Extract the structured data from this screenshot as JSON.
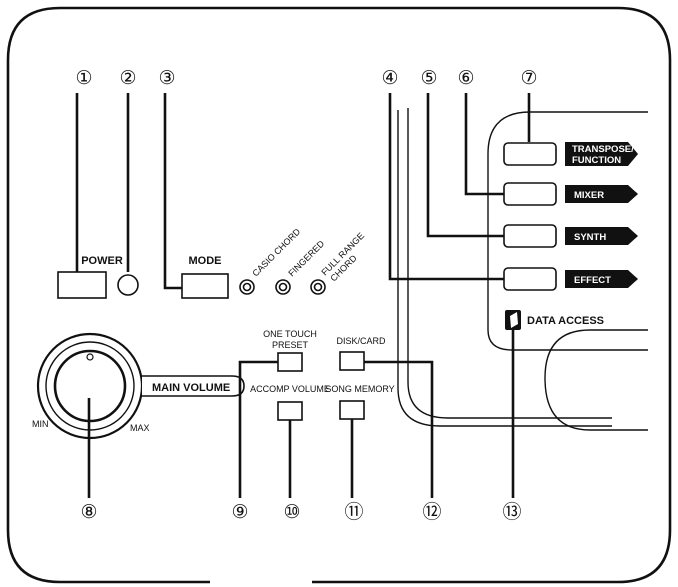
{
  "callouts": [
    "①",
    "②",
    "③",
    "④",
    "⑤",
    "⑥",
    "⑦",
    "⑧",
    "⑨",
    "⑩",
    "⑪",
    "⑫",
    "⑬"
  ],
  "labels": {
    "power": "POWER",
    "mode": "MODE",
    "casio_chord": "CASIO CHORD",
    "fingered": "FINGERED",
    "full_range_line1": "FULL RANGE",
    "full_range_line2": "CHORD",
    "transpose_line1": "TRANSPOSE/",
    "transpose_line2": "FUNCTION",
    "mixer": "MIXER",
    "synth": "SYNTH",
    "effect": "EFFECT",
    "data_access": "DATA ACCESS",
    "one_touch_line1": "ONE TOUCH",
    "one_touch_line2": "PRESET",
    "disk_card": "DISK/CARD",
    "accomp_volume": "ACCOMP VOLUME",
    "song_memory": "SONG MEMORY",
    "main_volume": "MAIN VOLUME",
    "min": "MIN",
    "max": "MAX"
  }
}
